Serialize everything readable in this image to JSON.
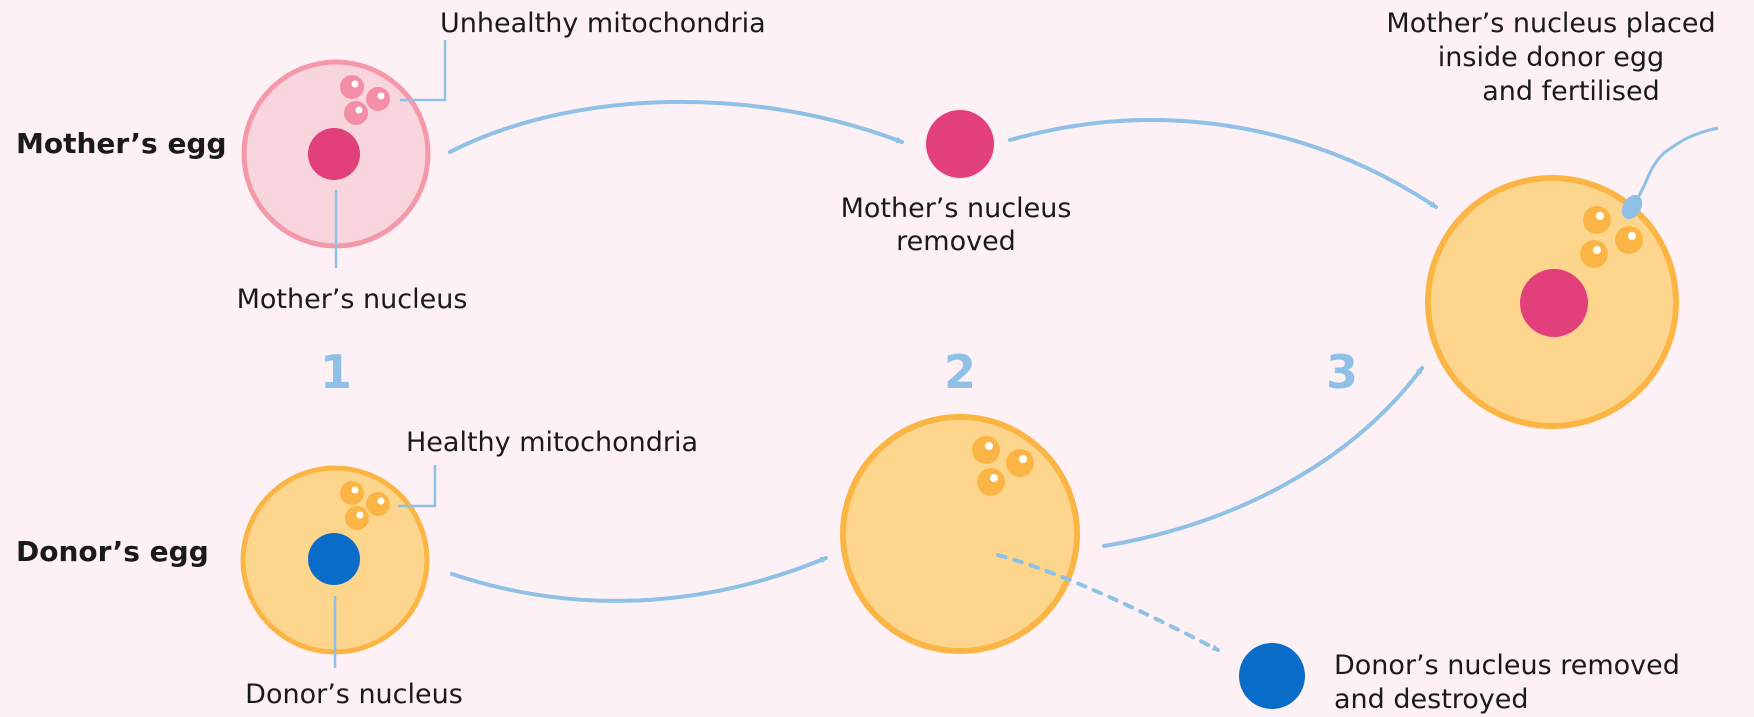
{
  "rows": {
    "mother_egg": "Mother’s egg",
    "donor_egg": "Donor’s egg"
  },
  "labels": {
    "unhealthy_mitochondria": "Unhealthy mitochondria",
    "mothers_nucleus": "Mother’s nucleus",
    "mothers_nucleus_removed_line1": "Mother’s nucleus",
    "mothers_nucleus_removed_line2": "removed",
    "healthy_mitochondria": "Healthy mitochondria",
    "donors_nucleus": "Donor’s nucleus",
    "result_line1": "Mother’s nucleus placed",
    "result_line2": "inside donor egg",
    "result_line3": "and fertilised",
    "donor_removed_line1": "Donor’s nucleus removed",
    "donor_removed_line2": "and destroyed"
  },
  "steps": [
    "1",
    "2",
    "3"
  ],
  "colors": {
    "background": "#fdf1f5",
    "mother_cell_fill": "#f9d5dd",
    "mother_cell_stroke": "#f598aa",
    "mother_mitochondria": "#f48ea6",
    "nucleus_pink": "#e2407a",
    "donor_cell_fill": "#fed58c",
    "donor_cell_stroke": "#fbb544",
    "donor_mitochondria": "#fbb544",
    "nucleus_blue": "#0a6cc9",
    "arrow": "#8fc0e6"
  }
}
